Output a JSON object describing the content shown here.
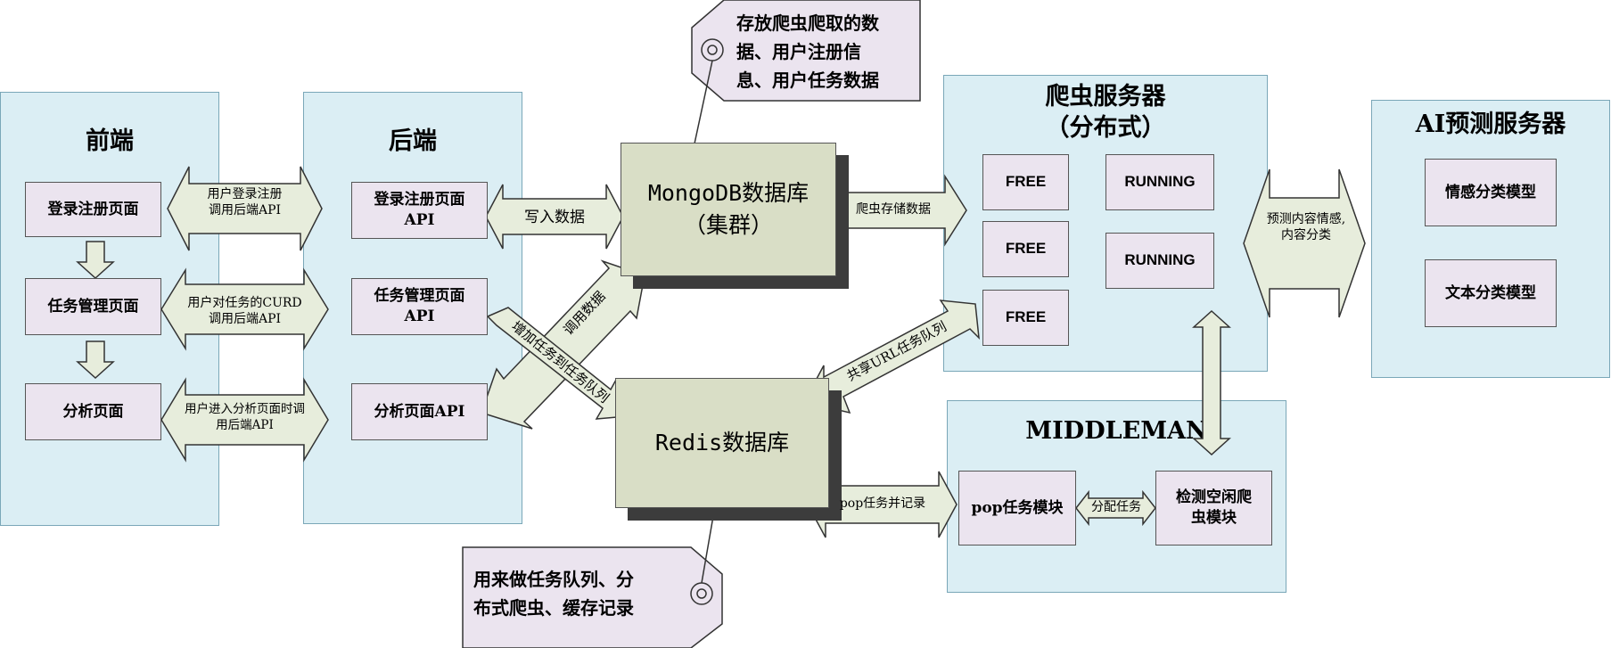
{
  "frontend": {
    "title": "前端",
    "login_page": "登录注册页面",
    "task_page": "任务管理页面",
    "analysis_page": "分析页面"
  },
  "backend": {
    "title": "后端",
    "login_api": [
      "登录注册页面",
      "API"
    ],
    "task_api": [
      "任务管理页面",
      "API"
    ],
    "analysis_api": "分析页面API"
  },
  "links": {
    "login": [
      "用户登录注册",
      "调用后端API"
    ],
    "task": [
      "用户对任务的CURD",
      "调用后端API"
    ],
    "analysis": [
      "用户进入分析页面时调",
      "用后端API"
    ],
    "write_data": "写入数据",
    "call_data": "调用数据",
    "add_task_queue": "增加任务到任务队列",
    "crawler_store": "爬虫存储数据",
    "share_url": "共享URL任务队列",
    "pop_record": "pop任务并记录",
    "assign_task": "分配任务",
    "predict": [
      "预测内容情感,",
      "内容分类"
    ]
  },
  "mongodb": {
    "name": [
      "MongoDB数据库",
      "（集群）"
    ],
    "note": [
      "存放爬虫爬取的数",
      "据、用户注册信",
      "息、用户任务数据"
    ]
  },
  "redis": {
    "name": "Redis数据库",
    "note": [
      "用来做任务队列、分",
      "布式爬虫、缓存记录"
    ]
  },
  "crawler": {
    "title": [
      "爬虫服务器",
      "（分布式）"
    ],
    "nodes": [
      "FREE",
      "FREE",
      "FREE",
      "RUNNING",
      "RUNNING"
    ]
  },
  "ai": {
    "title": "AI预测服务器",
    "models": [
      "情感分类模型",
      "文本分类模型"
    ]
  },
  "middleman": {
    "title": "MIDDLEMAN",
    "pop_module": "pop任务模块",
    "detect_module": [
      "检测空闲爬",
      "虫模块"
    ]
  },
  "colors": {
    "panel": "#dbeef4",
    "box": "#ebe4ef",
    "arrow": "#e7eddc",
    "database": "#d9dec6"
  }
}
